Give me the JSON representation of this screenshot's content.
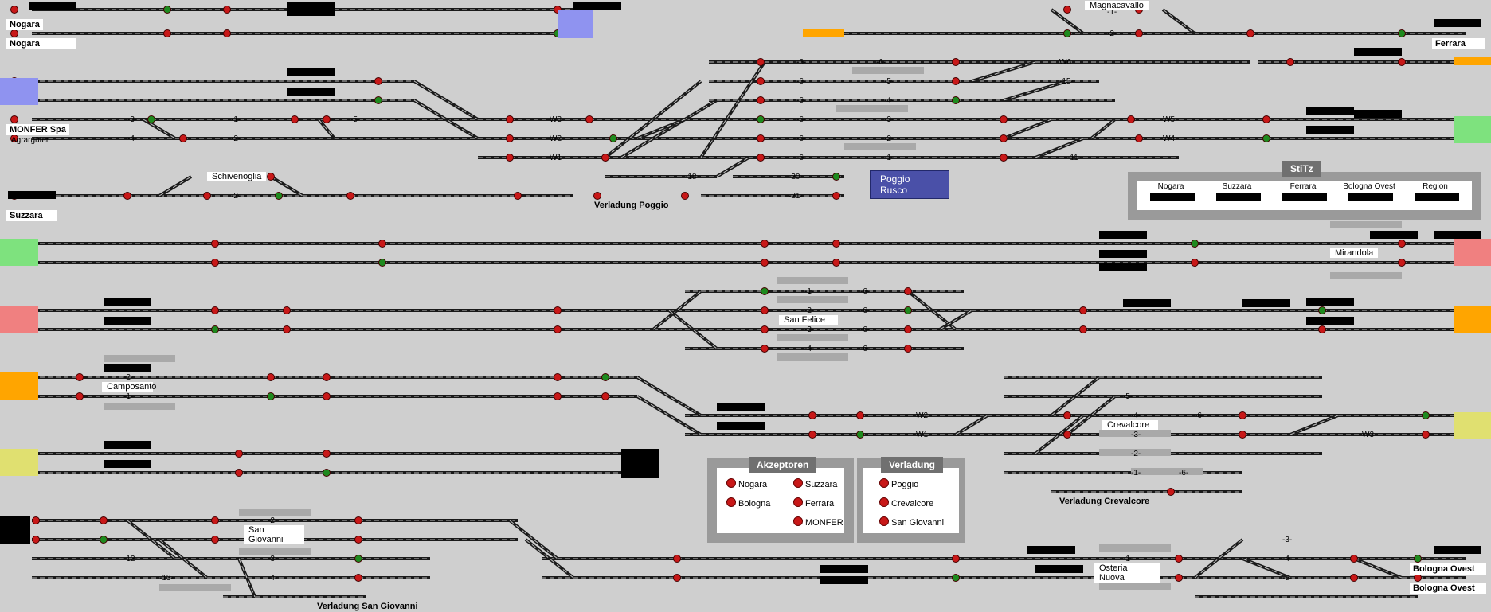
{
  "terminals": {
    "nogara_1": "Nogara",
    "nogara_2": "Nogara",
    "monfer": "MONFER Spa",
    "monfer_sub": "Agrargüter",
    "suzzara": "Suzzara",
    "ferrara": "Ferrara",
    "bologna_ovest_1": "Bologna Ovest",
    "bologna_ovest_2": "Bologna Ovest"
  },
  "stations": {
    "magnacavallo": "Magnacavallo",
    "schivenoglia": "Schivenoglia",
    "poggio_rusco": "Poggio Rusco",
    "verladung_poggio": "Verladung Poggio",
    "mirandola": "Mirandola",
    "san_felice": "San Felice",
    "camposanto": "Camposanto",
    "crevalcore": "Crevalcore",
    "verladung_crevalcore": "Verladung Crevalcore",
    "san_giovanni": "San Giovanni",
    "verladung_san_giovanni": "Verladung San Giovanni",
    "osteria_nuova": "Osteria Nuova"
  },
  "stitz": {
    "title": "StiTz",
    "columns": [
      "Nogara",
      "Suzzara",
      "Ferrara",
      "Bologna Ovest",
      "Region"
    ]
  },
  "akzeptoren": {
    "title": "Akzeptoren",
    "items": [
      "Nogara",
      "Suzzara",
      "Bologna",
      "Ferrara",
      "MONFER"
    ]
  },
  "verladung": {
    "title": "Verladung",
    "items": [
      "Poggio",
      "Crevalcore",
      "San Giovanni"
    ]
  },
  "track_labels": {
    "t1": "-1-",
    "t2": "-2-",
    "t3": "-3-",
    "t4": "-4-",
    "t5": "-5-",
    "t6": "-6-",
    "w1": "W1",
    "w2": "W2",
    "w3": "W3",
    "w4": "W4",
    "w5": "W5",
    "w6": "W6",
    "t11": "-11-",
    "t12": "-12-",
    "t13": "-13-",
    "t15": "-15-",
    "t18": "-18-",
    "t20": "-20-",
    "t21": "-21-"
  },
  "colors": {
    "background": "#cfcfcf",
    "track": "#1a1a1a",
    "signal_red": "#c81818",
    "signal_green": "#1e8a1e",
    "blue_block": "#8f93f0",
    "green_block": "#7ee27e",
    "red_block": "#f08080",
    "orange_block": "#ffa500",
    "yellow_block": "#e0e070"
  },
  "icons": [
    "signal-icon",
    "switch-icon",
    "track-icon"
  ]
}
